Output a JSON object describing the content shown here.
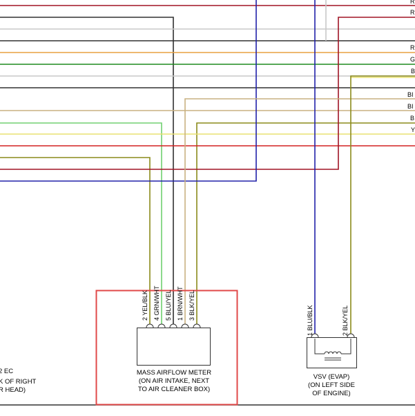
{
  "colors": {
    "red": "#d42020",
    "dark_red": "#a01424",
    "blue": "#2020a8",
    "gray": "#c8c8c8",
    "black": "#303030",
    "orange": "#e8a040",
    "green": "#1e8a1e",
    "olive": "#8a8a1a",
    "tan": "#c8b080",
    "light_green": "#70d070",
    "pale_yellow": "#e8e070",
    "highlight_box": "#e04848"
  },
  "left_edge_text": {
    "line1": "2 EC",
    "line2": "K OF RIGHT",
    "line3": "R HEAD)"
  },
  "right_edge_labels": [
    "R",
    "R",
    "R",
    "G",
    "B",
    "BI",
    "BI",
    "B",
    "Y"
  ],
  "maf": {
    "pins": [
      {
        "label": "2 YEL/BLK"
      },
      {
        "label": "4 GRN/WHT"
      },
      {
        "label": "5 BLU/YEL"
      },
      {
        "label": "1 BRN/WHT"
      },
      {
        "label": "3 BLK/YEL"
      }
    ],
    "caption": {
      "line1": "MASS AIRFLOW METER",
      "line2": "(ON AIR INTAKE, NEXT",
      "line3": "TO AIR CLEANER BOX)"
    }
  },
  "vsv": {
    "pins": [
      {
        "label": "1 BLU/BLK"
      },
      {
        "label": "2 BLK/YEL"
      }
    ],
    "caption": {
      "line1": "VSV (EVAP)",
      "line2": "(ON LEFT SIDE",
      "line3": "OF ENGINE)"
    }
  }
}
